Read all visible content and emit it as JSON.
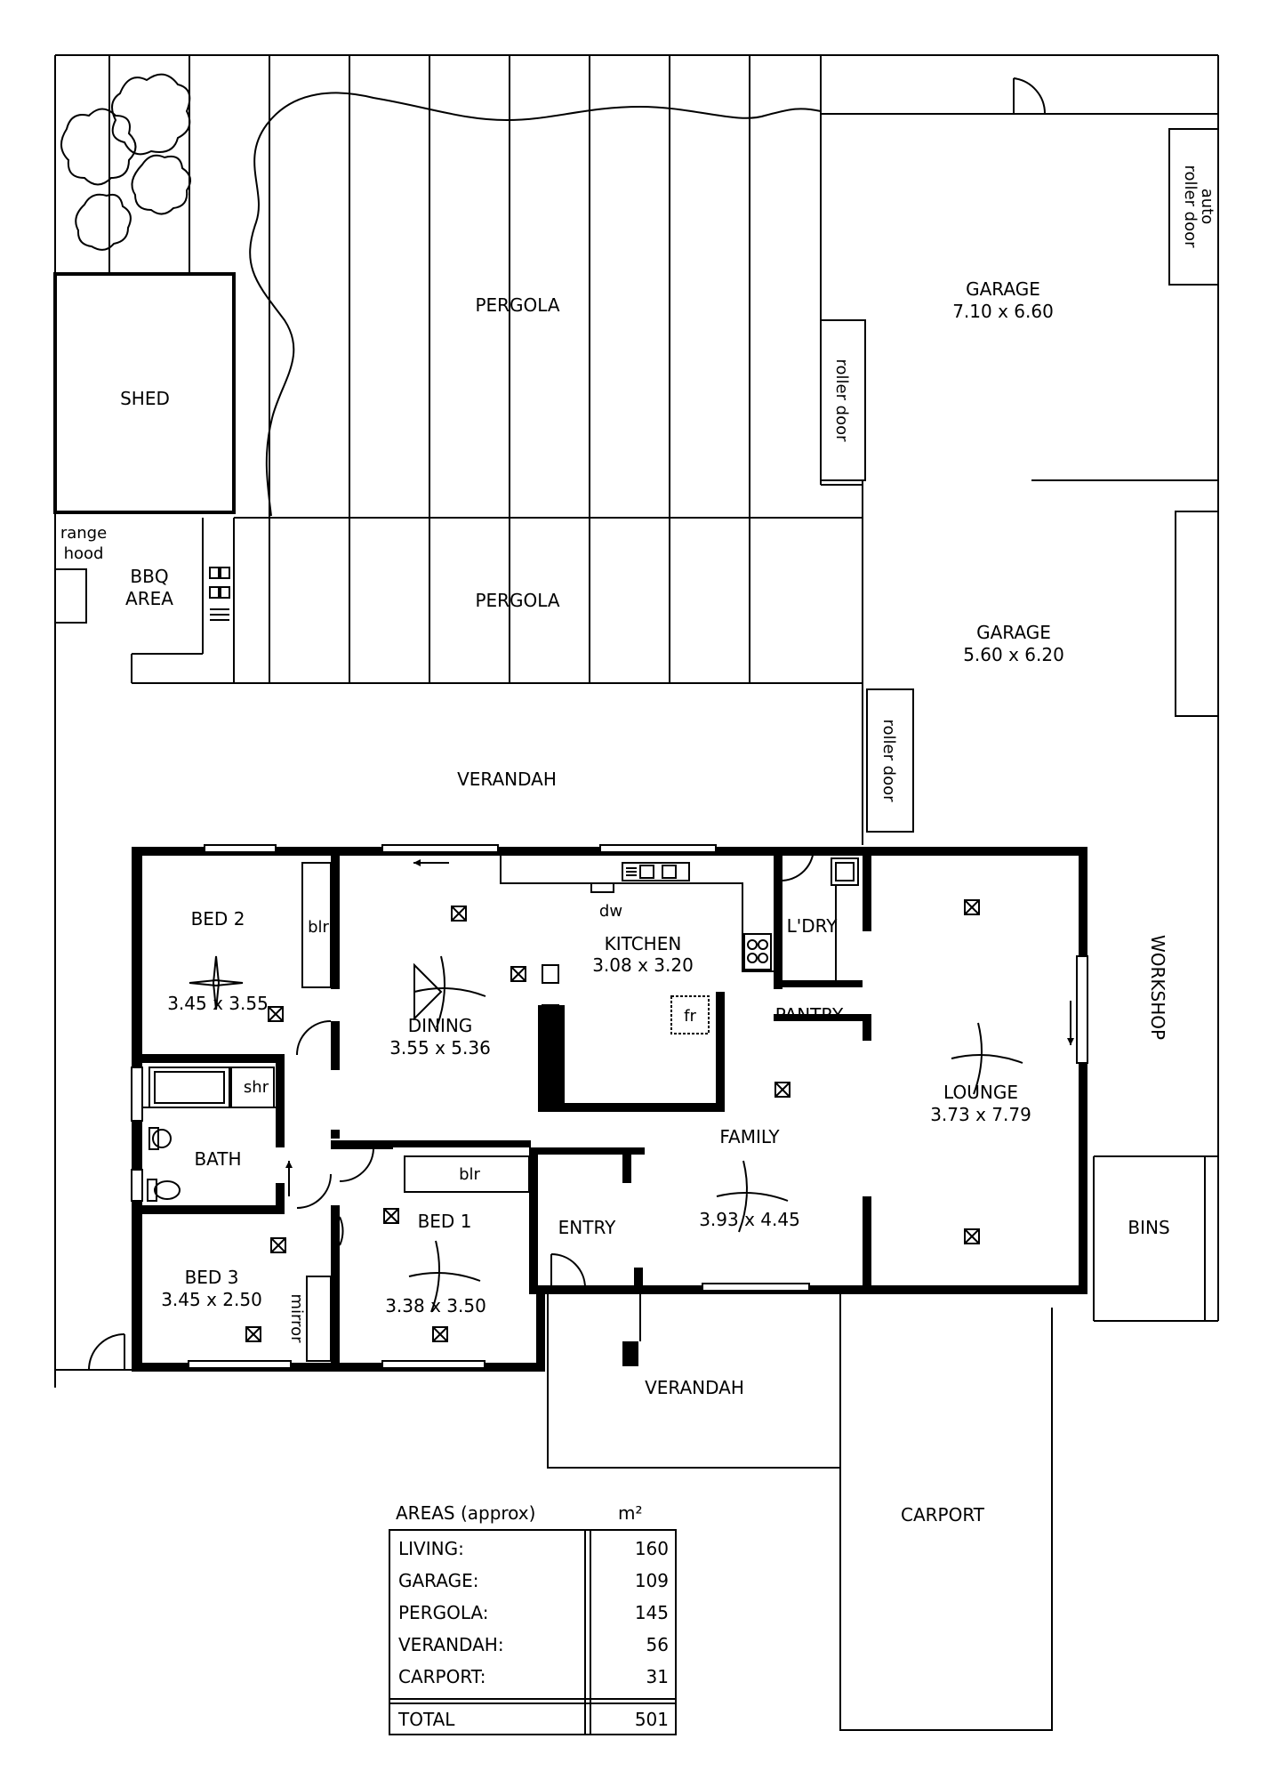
{
  "plan": {
    "rooms": {
      "shed": "SHED",
      "pergola_top": "PERGOLA",
      "pergola_mid": "PERGOLA",
      "garage_top_name": "GARAGE",
      "garage_top_dims": "7.10 x 6.60",
      "garage_bottom_name": "GARAGE",
      "garage_bottom_dims": "5.60 x 6.20",
      "auto_roller_line1": "auto",
      "auto_roller_line2": "roller door",
      "roller_door_1": "roller door",
      "roller_door_2": "roller door",
      "range_hood_line1": "range",
      "range_hood_line2": "hood",
      "bbq_line1": "BBQ",
      "bbq_line2": "AREA",
      "verandah_rear": "VERANDAH",
      "bed2_name": "BED 2",
      "bed2_dims": "3.45 x 3.55",
      "blr_bed2": "blr",
      "dining_name": "DINING",
      "dining_dims": "3.55 x 5.36",
      "kitchen_name": "KITCHEN",
      "kitchen_dims": "3.08 x 3.20",
      "dw": "dw",
      "fr": "fr",
      "laundry": "L'DRY",
      "pantry": "PANTRY",
      "workshop": "WORKSHOP",
      "lounge_name": "LOUNGE",
      "lounge_dims": "3.73 x 7.79",
      "shr": "shr",
      "bath": "BATH",
      "family_name": "FAMILY",
      "family_dims": "3.93 x 4.45",
      "blr_bed1": "blr",
      "bed1_name": "BED 1",
      "bed1_dims": "3.38 x 3.50",
      "entry": "ENTRY",
      "bins": "BINS",
      "bed3_name": "BED 3",
      "bed3_dims": "3.45 x 2.50",
      "mirror": "mirror",
      "verandah_front": "VERANDAH",
      "carport": "CARPORT"
    }
  },
  "areas_table": {
    "title": "AREAS (approx)",
    "unit": "m²",
    "rows": [
      {
        "label": "LIVING:",
        "value": "160"
      },
      {
        "label": "GARAGE:",
        "value": "109"
      },
      {
        "label": "PERGOLA:",
        "value": "145"
      },
      {
        "label": "VERANDAH:",
        "value": "56"
      },
      {
        "label": "CARPORT:",
        "value": "31"
      }
    ],
    "total_label": "TOTAL",
    "total_value": "501"
  }
}
